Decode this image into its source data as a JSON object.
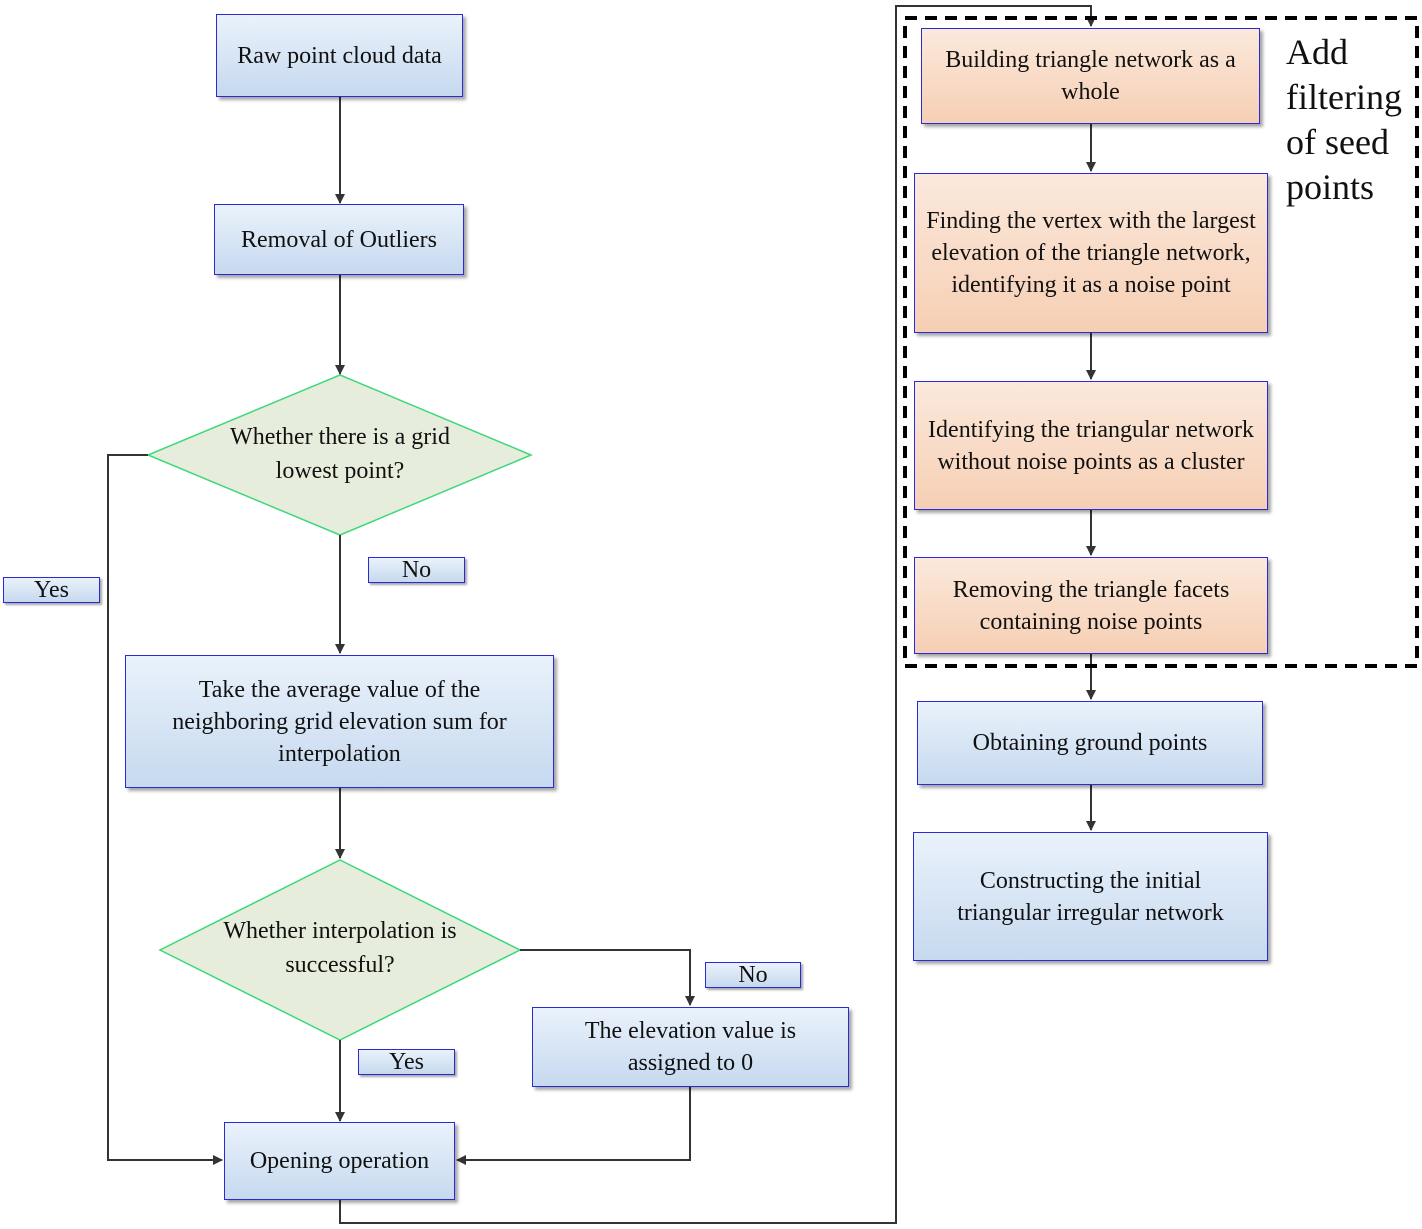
{
  "nodes": {
    "raw": "Raw point cloud data",
    "outliers": "Removal of Outliers",
    "decision_grid": "Whether there is a grid lowest point?",
    "average": "Take the average value of the neighboring grid elevation sum for interpolation",
    "decision_interp": "Whether interpolation is successful?",
    "elevation_zero": "The elevation value is assigned to 0",
    "opening": "Opening operation",
    "building": "Building triangle network as a whole",
    "finding": "Finding the vertex with the largest elevation of the triangle network, identifying it as a noise point",
    "identifying": "Identifying the triangular network without noise points as a cluster",
    "removing": "Removing the triangle facets containing noise points",
    "ground": "Obtaining ground points",
    "constructing": "Constructing the initial triangular irregular network"
  },
  "labels": {
    "yes_left": "Yes",
    "no_grid": "No",
    "no_interp": "No",
    "yes_interp": "Yes"
  },
  "group_note": "Add filtering of seed points",
  "colors": {
    "process_fill": "#c6d9ef",
    "filter_fill": "#f6cfb4",
    "decision_fill": "#e6eddc",
    "decision_border": "#3fd87a",
    "box_border": "#2b2bd6",
    "connector": "#333333"
  }
}
